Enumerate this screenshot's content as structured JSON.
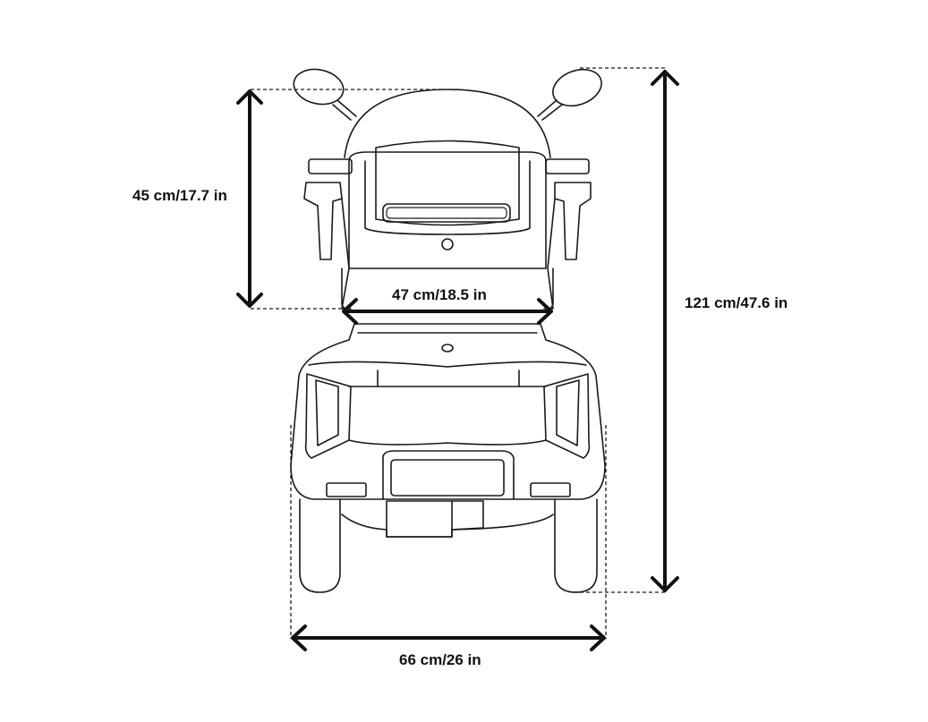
{
  "dimensions": {
    "seat_height": "45 cm/17.7 in",
    "seat_width": "47 cm/18.5 in",
    "overall_height": "121 cm/47.6 in",
    "overall_width": "66 cm/26 in"
  },
  "colors": {
    "line": "#1a1a1a",
    "background": "#ffffff"
  }
}
